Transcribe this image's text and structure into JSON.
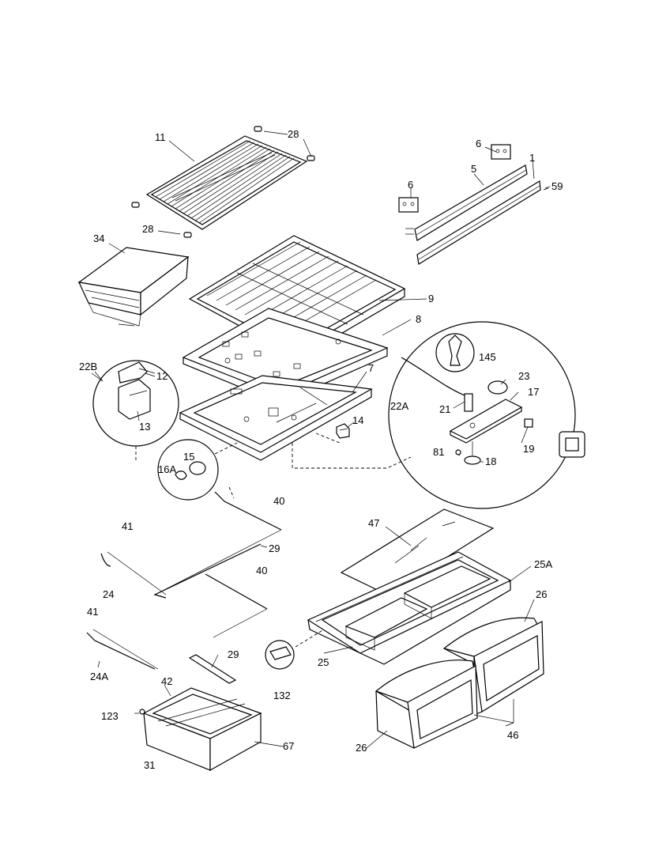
{
  "callouts": {
    "c11": "11",
    "c28a": "28",
    "c28b": "28",
    "c6a": "6",
    "c5": "5",
    "c1": "1",
    "c59": "59",
    "c6b": "6",
    "c34": "34",
    "c9": "9",
    "c8": "8",
    "c7": "7",
    "c22b": "22B",
    "c12": "12",
    "c13": "13",
    "c145": "145",
    "c23": "23",
    "c22a": "22A",
    "c21": "21",
    "c17": "17",
    "c14": "14",
    "c19": "19",
    "c15": "15",
    "c16a": "16A",
    "c81": "81",
    "c18": "18",
    "c40a": "40",
    "c41a": "41",
    "c29a": "29",
    "c47": "47",
    "c25a": "25A",
    "c40b": "40",
    "c24": "24",
    "c26a": "26",
    "c41b": "41",
    "c29b": "29",
    "c25": "25",
    "c24a": "24A",
    "c42": "42",
    "c132": "132",
    "c123": "123",
    "c67": "67",
    "c26b": "26",
    "c46": "46",
    "c31": "31"
  }
}
